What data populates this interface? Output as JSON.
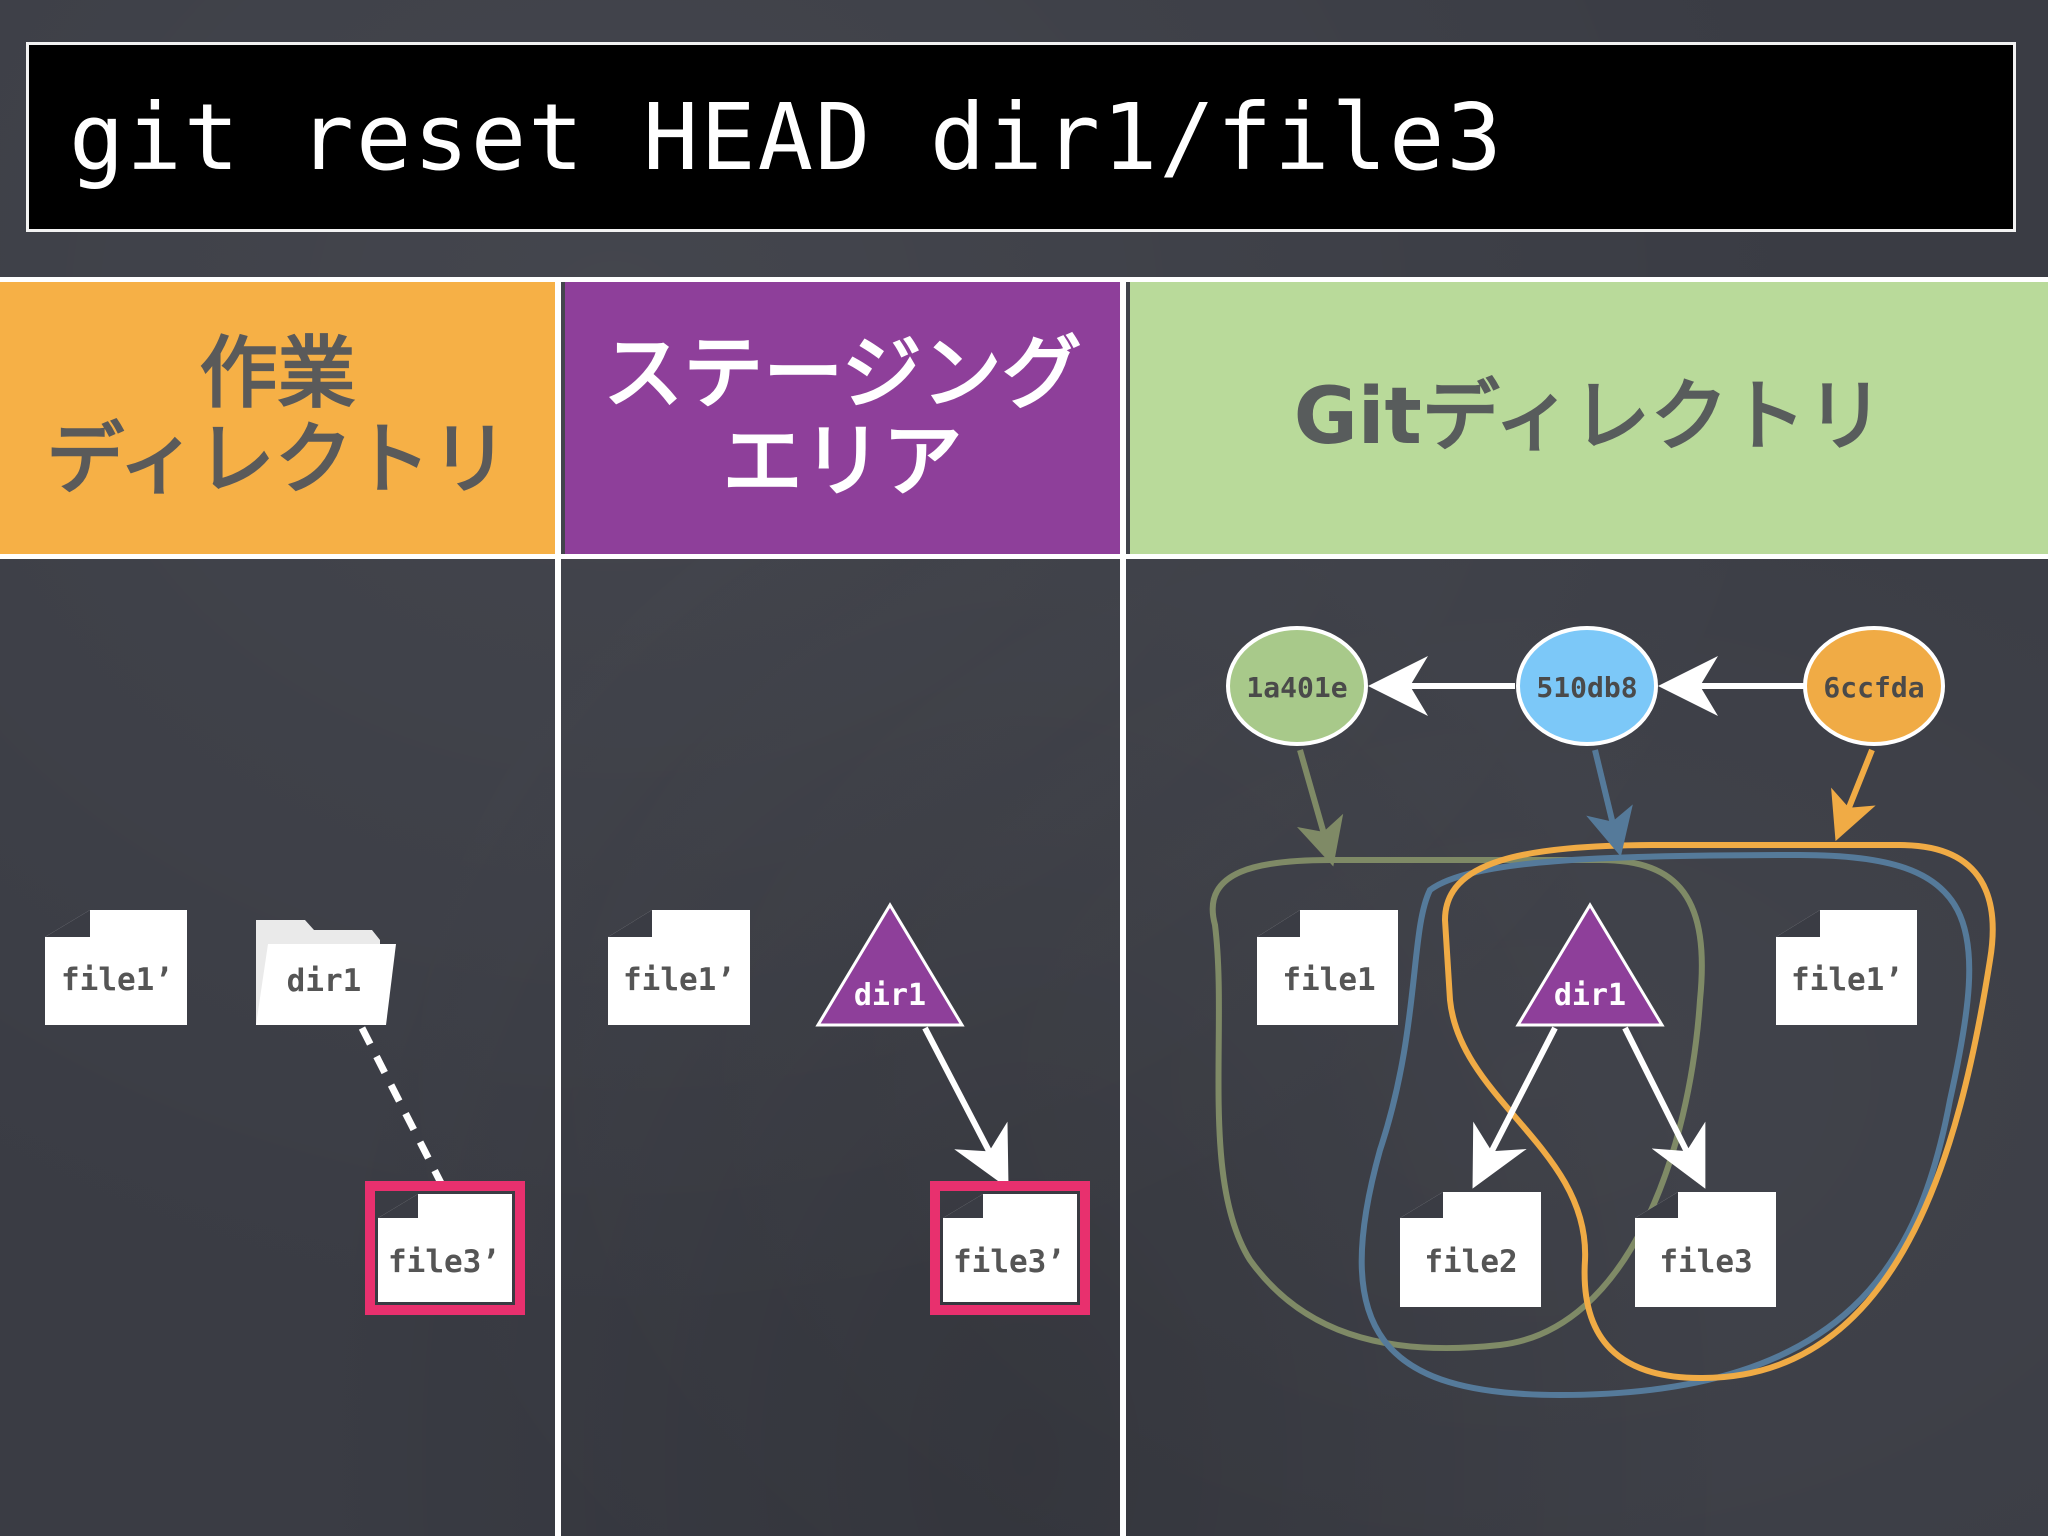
{
  "command": "git reset HEAD dir1/file3",
  "columns": {
    "working": "作業\nディレクトリ",
    "staging": "ステージング\nエリア",
    "git": "Gitディレクトリ"
  },
  "working_area": {
    "file1_label": "file1’",
    "dir1_label": "dir1",
    "file3_label": "file3’"
  },
  "staging_area": {
    "file1_label": "file1’",
    "dir1_label": "dir1",
    "file3_label": "file3’"
  },
  "git_area": {
    "commits": [
      {
        "id": "1a401e",
        "color": "#a8c98a"
      },
      {
        "id": "510db8",
        "color": "#7cc8f8"
      },
      {
        "id": "6ccfda",
        "color": "#f0ab45"
      }
    ],
    "file1_label": "file1",
    "dir1_label": "dir1",
    "file1b_label": "file1’",
    "file2_label": "file2",
    "file3_label": "file3"
  },
  "colors": {
    "highlight": "#e8306e",
    "tree_purple": "#8e3f9a",
    "outline_green": "#7f8a66",
    "outline_blue": "#557a9a",
    "outline_orange": "#f0ab45"
  }
}
